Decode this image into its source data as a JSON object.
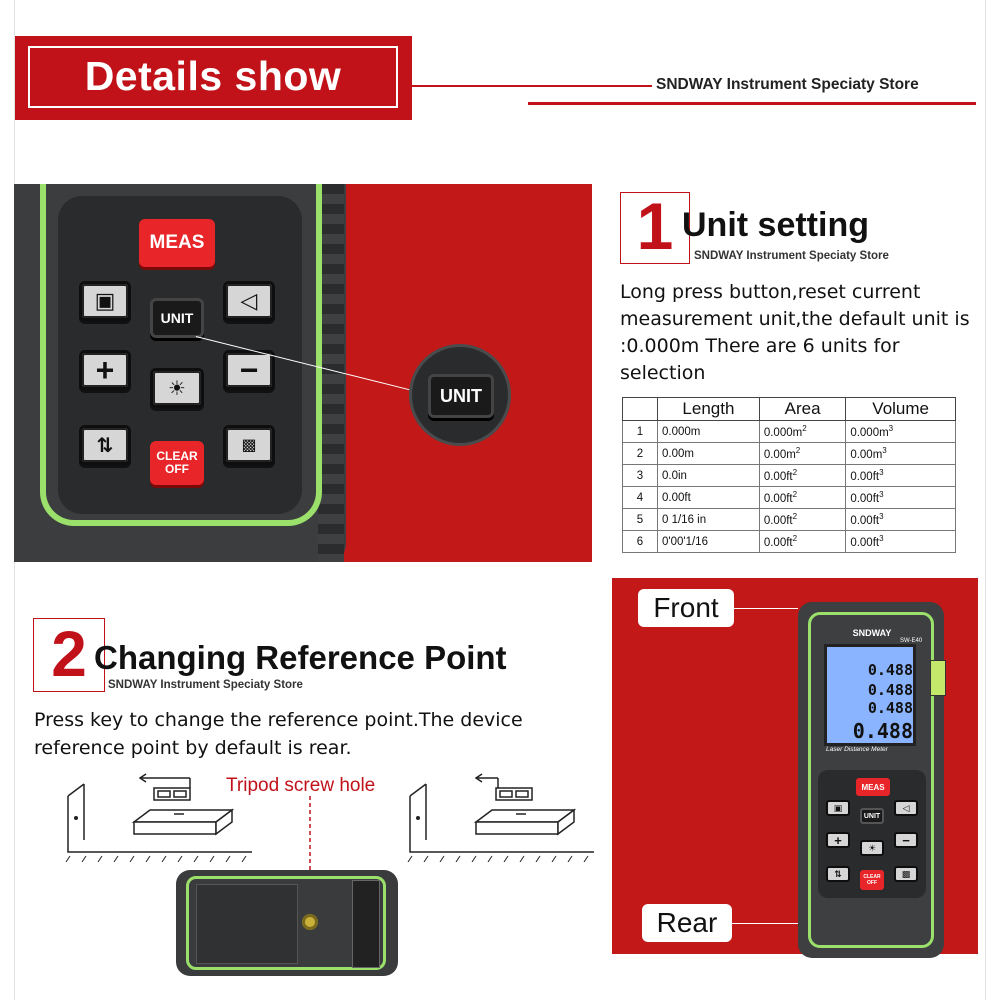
{
  "header": {
    "title": "Details show",
    "store": "SNDWAY Instrument Speciaty Store"
  },
  "keypad": {
    "meas": "MEAS",
    "unit": "UNIT",
    "clear_line1": "CLEAR",
    "clear_line2": "OFF",
    "zoom_unit": "UNIT"
  },
  "section1": {
    "number": "1",
    "title": "Unit setting",
    "store": "SNDWAY Instrument Speciaty Store",
    "description": "Long press button,reset current measurement unit,the default unit is :0.000m There are 6 units for selection",
    "table": {
      "headers": [
        "",
        "Length",
        "Area",
        "Volume"
      ],
      "rows": [
        {
          "idx": "1",
          "length": "0.000m",
          "area": "0.000m",
          "area_sup": "2",
          "volume": "0.000m",
          "volume_sup": "3"
        },
        {
          "idx": "2",
          "length": "0.00m",
          "area": "0.00m",
          "area_sup": "2",
          "volume": "0.00m",
          "volume_sup": "3"
        },
        {
          "idx": "3",
          "length": "0.0in",
          "area": "0.00ft",
          "area_sup": "2",
          "volume": "0.00ft",
          "volume_sup": "3"
        },
        {
          "idx": "4",
          "length": "0.00ft",
          "area": "0.00ft",
          "area_sup": "2",
          "volume": "0.00ft",
          "volume_sup": "3"
        },
        {
          "idx": "5",
          "length": "0  1/16 in",
          "area": "0.00ft",
          "area_sup": "2",
          "volume": "0.00ft",
          "volume_sup": "3"
        },
        {
          "idx": "6",
          "length": "0'00'1/16",
          "area": "0.00ft",
          "area_sup": "2",
          "volume": "0.00ft",
          "volume_sup": "3"
        }
      ]
    }
  },
  "section2": {
    "number": "2",
    "title": "Changing Reference Point",
    "store": "SNDWAY Instrument Speciaty Store",
    "description": "Press key to change the reference point.The device reference point by default is rear.",
    "tripod_label": "Tripod screw hole"
  },
  "front_rear": {
    "front": "Front",
    "rear": "Rear",
    "brand": "SNDWAY",
    "model": "SW-E40",
    "subtitle": "Laser Distance Meter",
    "lcd_rows": [
      "0.488",
      "0.488",
      "0.488",
      "0.488"
    ],
    "meas": "MEAS",
    "unit": "UNIT",
    "clear": "CLEAR OFF"
  },
  "colors": {
    "brand_red": "#c1121a",
    "device_green": "#9be06a",
    "lcd_blue": "#8ab4ff"
  }
}
